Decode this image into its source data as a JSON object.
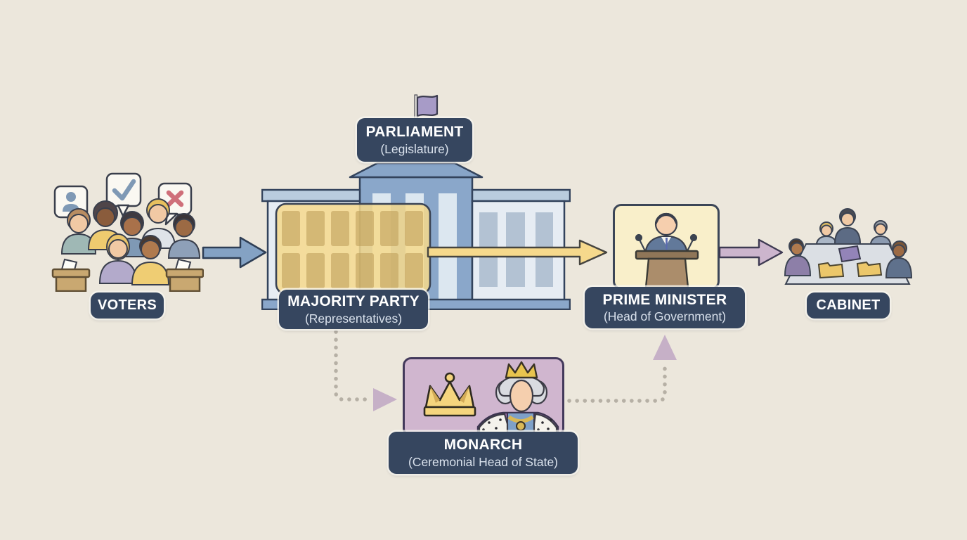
{
  "background_color": "#ece7dc",
  "badge_color": "#36465f",
  "nodes": {
    "voters": {
      "label": "VOTERS",
      "icon": "voting-crowd-illustration"
    },
    "parliament": {
      "label": "PARLIAMENT",
      "sublabel": "(Legislature)",
      "icon": "parliament-building-illustration"
    },
    "majority_party": {
      "label": "MAJORITY PARTY",
      "sublabel": "(Representatives)",
      "icon": "highlighted-seat-grid"
    },
    "prime_minister": {
      "label": "PRIME MINISTER",
      "sublabel": "(Head of Government)",
      "icon": "speaker-at-podium-illustration"
    },
    "cabinet": {
      "label": "CABINET",
      "icon": "meeting-table-illustration"
    },
    "monarch": {
      "label": "MONARCH",
      "sublabel": "(Ceremonial Head of State)",
      "icon": "crown-and-queen-illustration"
    }
  },
  "connectors": [
    {
      "from": "voters",
      "to": "parliament",
      "style": "solid-arrow",
      "color": "#84a2c4"
    },
    {
      "from": "majority_party",
      "to": "prime_minister",
      "style": "solid-arrow",
      "color": "#f6d98c"
    },
    {
      "from": "prime_minister",
      "to": "cabinet",
      "style": "solid-arrow",
      "color": "#ccb5cd"
    },
    {
      "from": "majority_party",
      "to": "monarch",
      "style": "dotted-arrow",
      "color": "#b6b0a5"
    },
    {
      "from": "monarch",
      "to": "prime_minister",
      "style": "dotted-arrow",
      "color": "#b6b0a5"
    }
  ]
}
